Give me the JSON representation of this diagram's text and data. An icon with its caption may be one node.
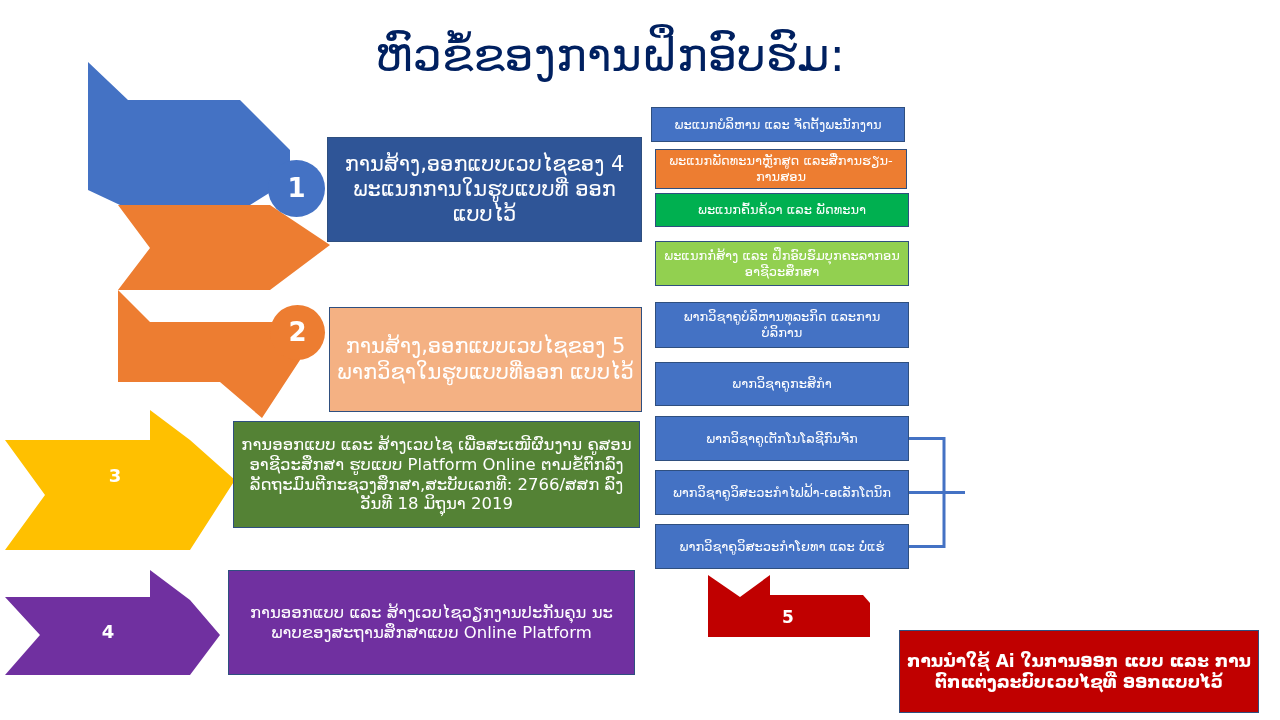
{
  "diagram": {
    "title": "ຫົວຂໍ້ຂອງການຝຶກອົບຮົມ:",
    "nodes": [
      {
        "text": [
          "1"
        ]
      },
      {
        "text": [
          "ການສ້າງ,ອອກແບບເວບໄຊຂອງ 4 ພະແນກການໃນຮູບແບບທີ່ ອອກແບບໄວ້"
        ]
      },
      {
        "text": [
          "ພະແນກບໍລິຫານ ແລະ ຈັດຕັ້ງພະນັກງານ"
        ]
      },
      {
        "text": [
          "ພະແນກພັດທະນາຫຼັກສູດ ແລະສື່ການຮຽນ-ການສອນ"
        ]
      },
      {
        "text": [
          "ພະແນກຄົ້ນຄ້ວາ ແລະ ພັດທະນາ"
        ]
      },
      {
        "text": [
          "ພະແນກກໍ່ສ້າງ ແລະ ຝຶກອົບຮົມບຸກຄະລາກອນອາຊີວະສຶກສາ"
        ]
      },
      {
        "text": [
          "2"
        ]
      },
      {
        "text": [
          "ການສ້າງ,ອອກແບບເວບໄຊຂອງ 5 ພາກວິຊາໃນຮູບແບບທີ່ອອກ ແບບໄວ້"
        ]
      },
      {
        "text": [
          "ພາກວິຊາຄູບໍລິຫານທຸລະກິດ ແລະການ ບໍລິການ"
        ]
      },
      {
        "text": [
          "ພາກວິຊາຄູກະສິກຳ"
        ]
      },
      {
        "text": [
          "3"
        ]
      },
      {
        "text": [
          "ການອອກແບບ ແລະ ສ້າງເວບໄຊ ເພື່ອສະເໜີຜົນງານ ຄູສອນ ອາຊີວະສຶກສາ ຮູບແບບ Platform Online ຕາມຂໍ້ຕົກລົງລັດຖະມົນຕີກະຊວງສຶກສາ,ສະບັບເລກທີ: 2766/ສສກ ລົງວັນທີ 18 ມິຖຸນາ 2019"
        ]
      },
      {
        "text": [
          "ພາກວິຊາຄູເຕັກໂນໂລຊີກົນຈັກ"
        ]
      },
      {
        "text": [
          "ພາກວິຊາຄູວິສະວະກຳໄຟຟ້າ-ເອເລັກໂຕນິກ"
        ]
      },
      {
        "text": [
          "ພາກວິຊາຄູວິສະວະກຳໂຍທາ ແລະ ບໍ່ແຮ່"
        ]
      },
      {
        "text": [
          "4"
        ]
      },
      {
        "text": [
          "ການອອກແບບ ແລະ ສ້າງເວບໄຊວຽກງານປະກັນຄຸນ ນະພາບຂອງສະຖານສຶກສາແບບ Online Platform"
        ]
      },
      {
        "text": [
          "5"
        ]
      },
      {
        "text": [
          "ການນຳໃຊ້ Ai ໃນການອອກ ແບບ ແລະ ການຕົກແຕ່ງລະບົບເວບໄຊທີ່ ອອກແບບໄວ້"
        ]
      }
    ],
    "edges": [
      {
        "from": 12,
        "to": null,
        "arrow": "none"
      },
      {
        "from": 13,
        "to": null,
        "arrow": "none"
      },
      {
        "from": 14,
        "to": null,
        "arrow": "none"
      }
    ]
  }
}
